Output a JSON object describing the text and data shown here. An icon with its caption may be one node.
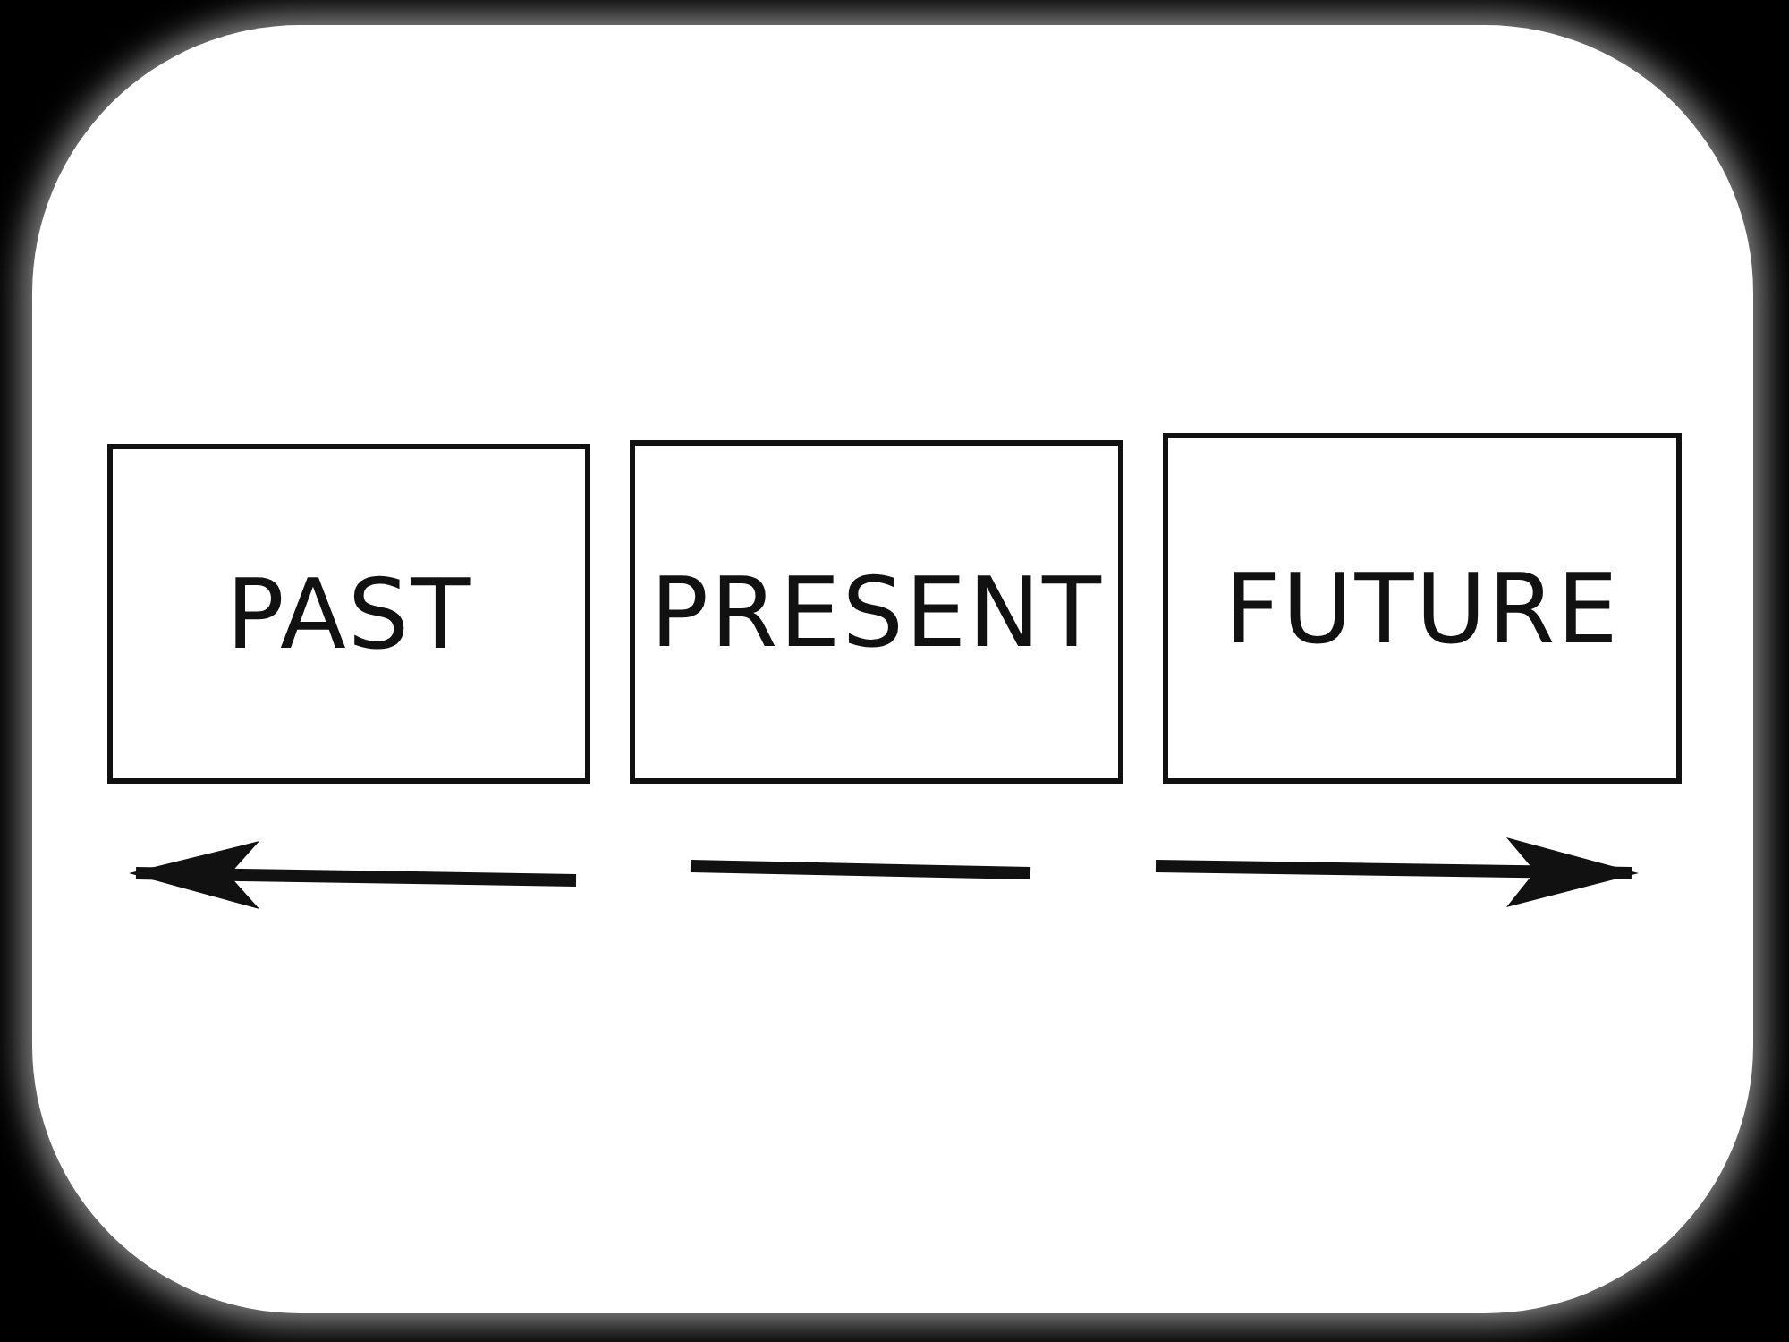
{
  "diagram": {
    "nodes": [
      {
        "text": [
          "PAST"
        ]
      },
      {
        "text": [
          "PRESENT"
        ]
      },
      {
        "text": [
          "FUTURE"
        ]
      }
    ]
  }
}
